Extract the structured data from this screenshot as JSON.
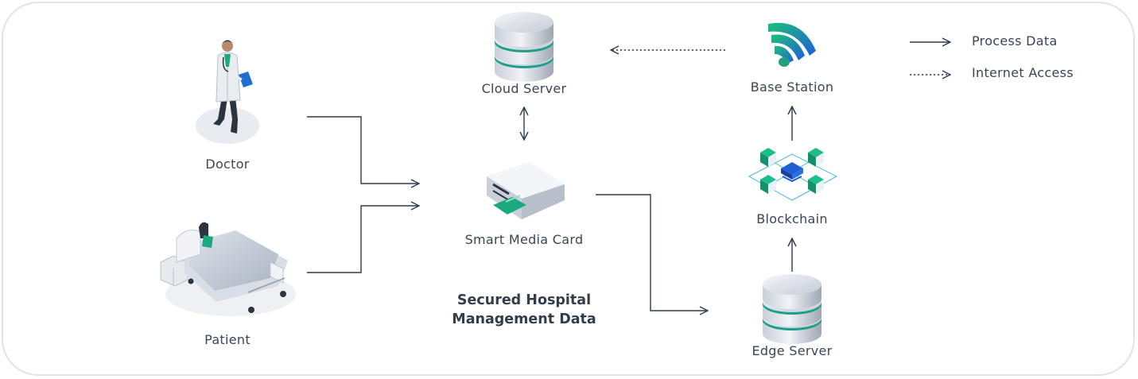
{
  "nodes": {
    "doctor": "Doctor",
    "patient": "Patient",
    "cloud_server": "Cloud Server",
    "smart_media_card": "Smart Media Card",
    "base_station": "Base Station",
    "blockchain": "Blockchain",
    "edge_server": "Edge Server"
  },
  "caption": {
    "line1": "Secured Hospital",
    "line2": "Management Data"
  },
  "legend": {
    "process_data": "Process Data",
    "internet_access": "Internet Access"
  },
  "colors": {
    "line": "#2f3a4b",
    "accent_green": "#1ba97f",
    "accent_teal": "#1fb4a6",
    "accent_blue": "#1f6fd1",
    "frame": "#dfe4ea"
  },
  "icons": {
    "doctor": "doctor-figure-icon",
    "patient": "patient-bed-icon",
    "cloud_server": "database-stack-icon",
    "smart_media_card": "card-reader-icon",
    "base_station": "wifi-signal-icon",
    "blockchain": "blockchain-network-icon",
    "edge_server": "database-stack-icon"
  }
}
